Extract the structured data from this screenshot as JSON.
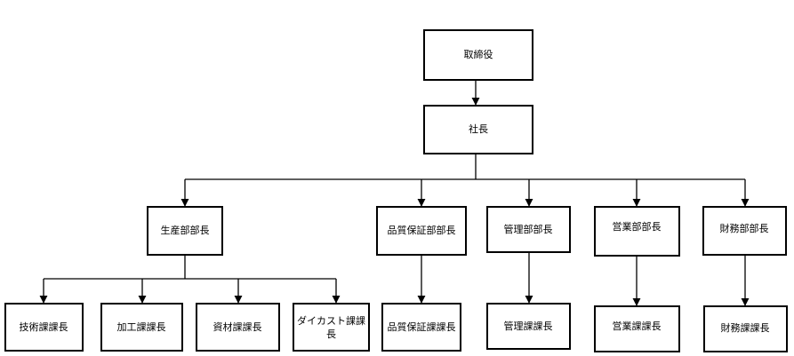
{
  "org_chart": {
    "director": "取締役",
    "president": "社長",
    "production_head": "生産部部長",
    "quality_head": "品質保証部部長",
    "management_head": "管理部部長",
    "sales_head": "営業部部長",
    "finance_head": "財務部部長",
    "tech_section": "技術課課長",
    "machining_section": "加工課課長",
    "materials_section": "資材課課長",
    "diecast_section": "ダイカスト課課長",
    "quality_section": "品質保証課課長",
    "management_section": "管理課課長",
    "sales_section": "営業課課長",
    "finance_section": "財務課課長"
  }
}
